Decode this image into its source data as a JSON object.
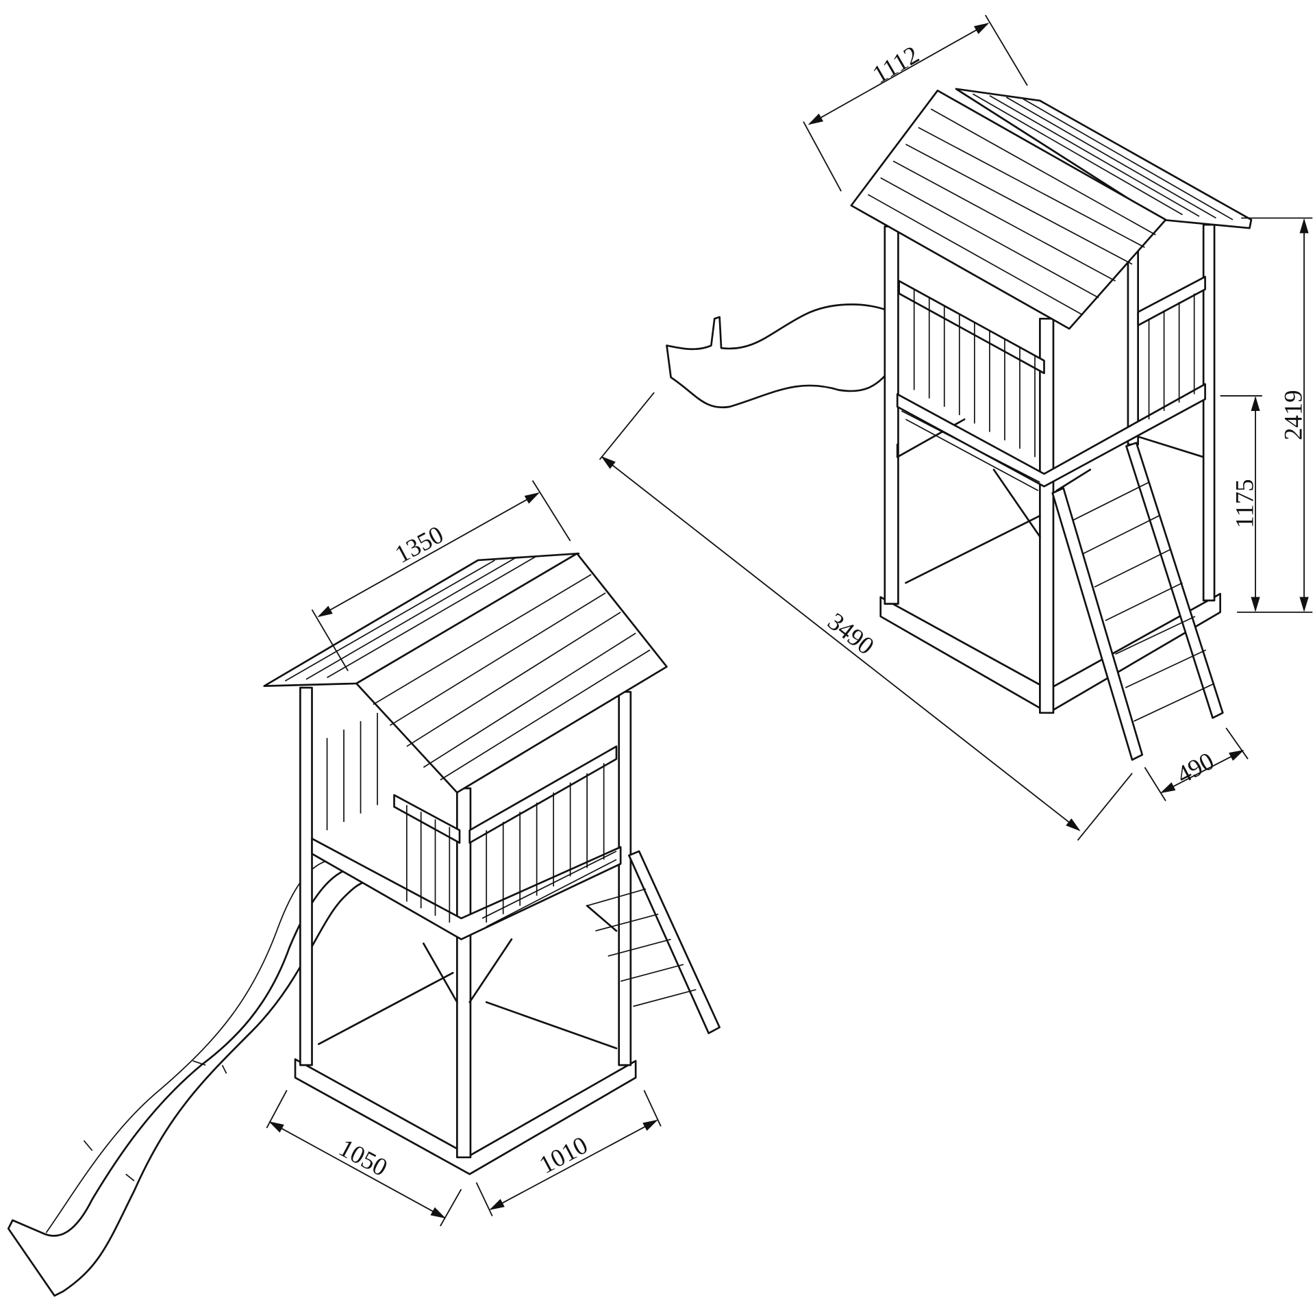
{
  "dimensions": {
    "tower_top_roof_width": "1112",
    "tower_total_height": "2419",
    "platform_height": "1175",
    "total_length_with_slide": "3490",
    "ladder_depth": "490",
    "roof_length": "1350",
    "base_width_left": "1050",
    "base_width_right": "1010"
  },
  "colors": {
    "line": "#111111",
    "background": "#ffffff"
  }
}
